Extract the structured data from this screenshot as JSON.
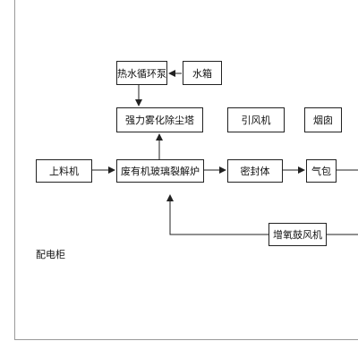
{
  "diagram": {
    "nodes": {
      "hot_water_pump": "热水循环泵",
      "water_tank": "水箱",
      "spray_tower": "强力雾化除尘塔",
      "induced_fan": "引风机",
      "chimney": "烟囱",
      "feeder": "上料机",
      "furnace": "废有机玻璃裂解炉",
      "sealed_body": "密封体",
      "steam_drum": "气包",
      "oxygen_blower": "增氧鼓风机",
      "power_cabinet": "配电柜"
    },
    "colors": {
      "stroke": "#222222",
      "frame": "#9a9a9a",
      "background": "#ffffff"
    }
  }
}
